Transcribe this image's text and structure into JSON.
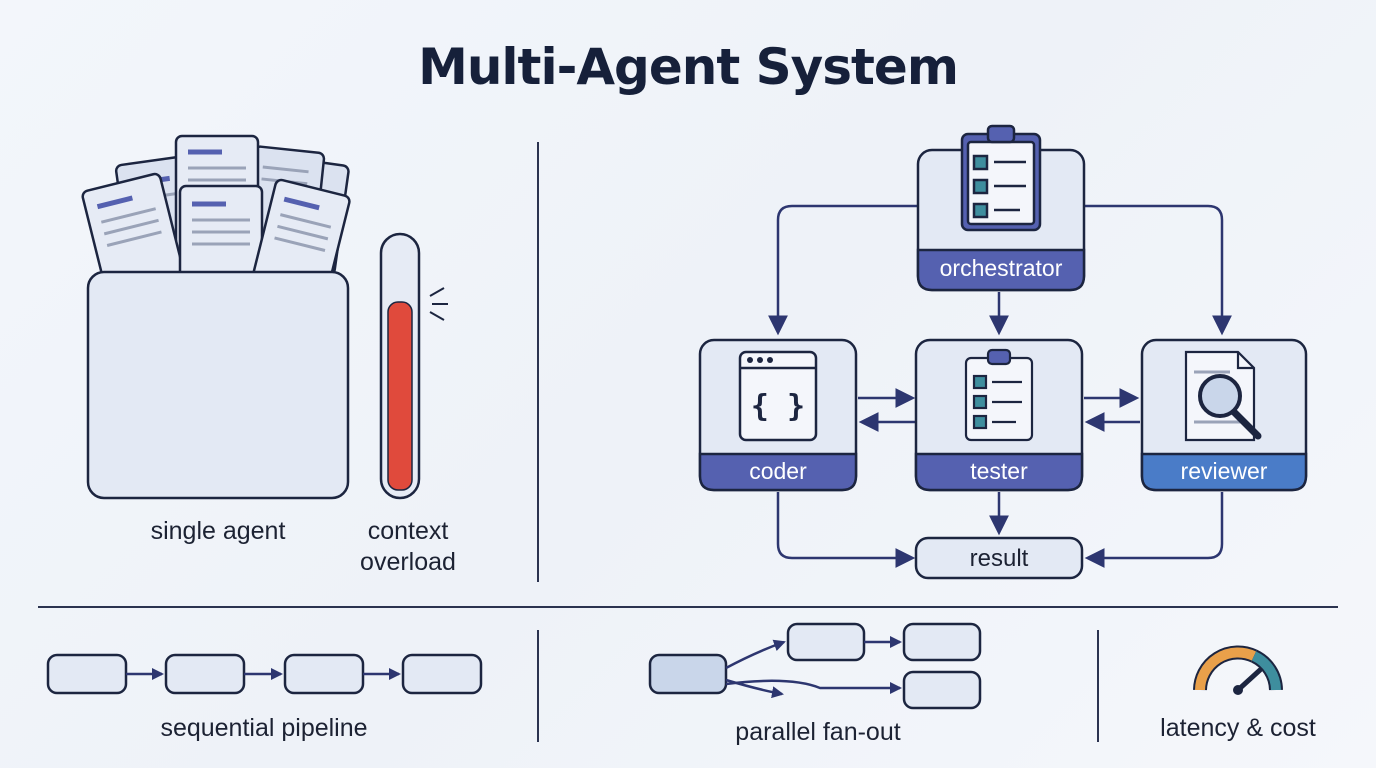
{
  "title": "Multi-Agent System",
  "left_panel": {
    "agent_label": "single agent",
    "gauge_label_line1": "context",
    "gauge_label_line2": "overload"
  },
  "diagram": {
    "orchestrator": "orchestrator",
    "coder": "coder",
    "tester": "tester",
    "reviewer": "reviewer",
    "result": "result"
  },
  "bottom": {
    "sequential": "sequential pipeline",
    "parallel": "parallel fan-out",
    "latency": "latency & cost"
  },
  "colors": {
    "outline": "#1c2540",
    "box_fill": "#e3e9f4",
    "band_primary": "#5561b0",
    "band_reviewer": "#4a7cc8",
    "arrow": "#2d3670",
    "gauge_fill": "#e04a3c",
    "meter_orange": "#e9a04a",
    "meter_teal": "#3e8e9e"
  },
  "icons": {
    "orchestrator": "clipboard-checklist-icon",
    "coder": "code-window-icon",
    "tester": "clipboard-checklist-icon",
    "reviewer": "document-magnifier-icon",
    "gauge": "thermometer-icon",
    "meter": "speedometer-icon"
  }
}
